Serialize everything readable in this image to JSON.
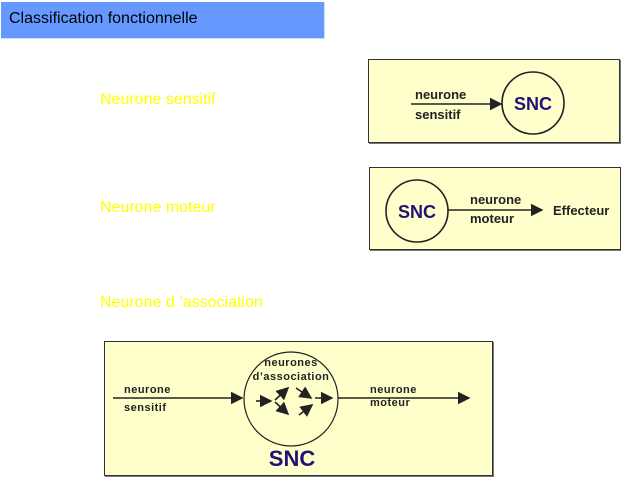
{
  "header": {
    "title": "Classification fonctionnelle"
  },
  "colors": {
    "title_bg": "#6699ff",
    "label_text": "#ffff00",
    "box_bg": "#ffffcc",
    "snc_text": "#221177"
  },
  "sections": [
    {
      "label": "Neurone sensitif"
    },
    {
      "label": "Neurone moteur"
    },
    {
      "label": "Neurone d ’association"
    }
  ],
  "diagram_sensitif": {
    "neuron_line1": "neurone",
    "neuron_line2": "sensitif",
    "center": "SNC"
  },
  "diagram_moteur": {
    "center": "SNC",
    "neuron_line1": "neurone",
    "neuron_line2": "moteur",
    "target": "Effecteur"
  },
  "diagram_association": {
    "in_line1": "neurone",
    "in_line2": "sensitif",
    "circle_line1": "neurones",
    "circle_line2": "d’association",
    "out_line1": "neurone",
    "out_line2": "moteur",
    "center": "SNC"
  }
}
